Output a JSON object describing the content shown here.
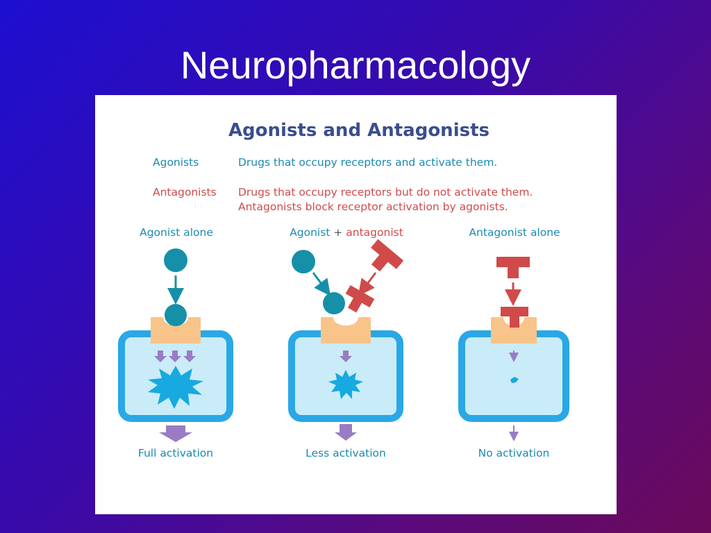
{
  "slide": {
    "title": "Neuropharmacology"
  },
  "figure": {
    "heading": "Agonists and Antagonists",
    "definitions": [
      {
        "term": "Agonists",
        "text": [
          "Drugs that occupy receptors and activate them."
        ]
      },
      {
        "term": "Antagonists",
        "text": [
          "Drugs that occupy receptors but do not activate them.",
          "Antagonists block receptor activation by agonists."
        ]
      }
    ],
    "panels": [
      {
        "label": "Agonist alone",
        "result": "Full activation"
      },
      {
        "label_a": "Agonist",
        "label_plus": "+",
        "label_b": "antagonist",
        "result": "Less activation"
      },
      {
        "label": "Antagonist alone",
        "result": "No activation"
      }
    ],
    "colors": {
      "agonist": "#1590a8",
      "antagonist": "#d04a4a",
      "receptor": "#f8c48a",
      "cell_fill": "#c9ecf8",
      "cell_border": "#2aa7e6",
      "signal_arrow": "#9a7cc4",
      "burst": "#17a9e0"
    }
  }
}
